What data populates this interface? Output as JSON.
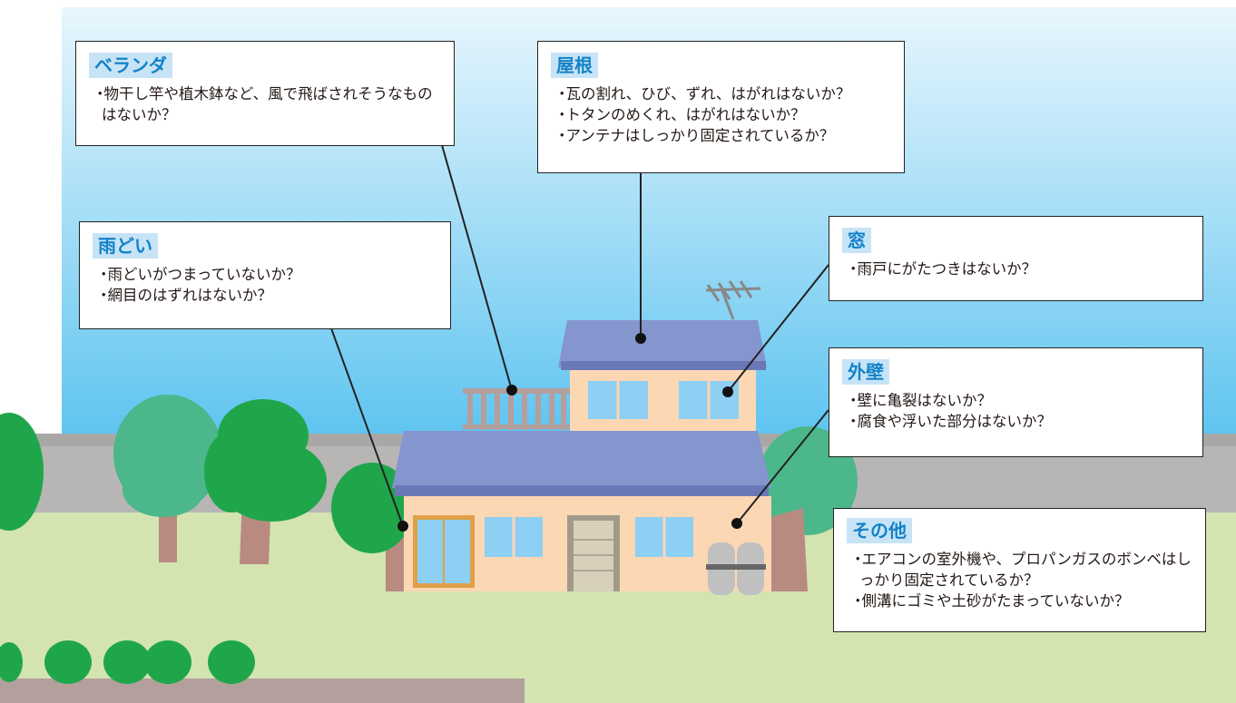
{
  "callouts": {
    "veranda": {
      "title": "ベランダ",
      "items": [
        "物干し竿や植木鉢など、風で飛ばされそうなものはないか？"
      ]
    },
    "roof": {
      "title": "屋根",
      "items": [
        "瓦の割れ、ひび、ずれ、はがれはないか？",
        "トタンのめくれ、はがれはないか？",
        "アンテナはしっかり固定されているか？"
      ]
    },
    "gutter": {
      "title": "雨どい",
      "items": [
        "雨どいがつまっていないか？",
        "網目のはずれはないか？"
      ]
    },
    "window": {
      "title": "窓",
      "items": [
        "雨戸にがたつきはないか？"
      ]
    },
    "wall": {
      "title": "外壁",
      "items": [
        "壁に亀裂はないか？",
        "腐食や浮いた部分はないか？"
      ]
    },
    "other": {
      "title": "その他",
      "items": [
        "エアコンの室外機や、プロパンガスのボンベはしっかり固定されているか？",
        "側溝にゴミや土砂がたまっていないか？"
      ]
    }
  },
  "colors": {
    "sky_top": "#e8f6fd",
    "sky_bottom": "#5ec4f0",
    "title_bg": "#c7e4f7",
    "title_text": "#1482c8",
    "grass": "#d3e4b1",
    "wall": "#b7b6b4",
    "roof": "#8595cd",
    "house": "#fcd7b4",
    "glass": "#8ecff4"
  }
}
